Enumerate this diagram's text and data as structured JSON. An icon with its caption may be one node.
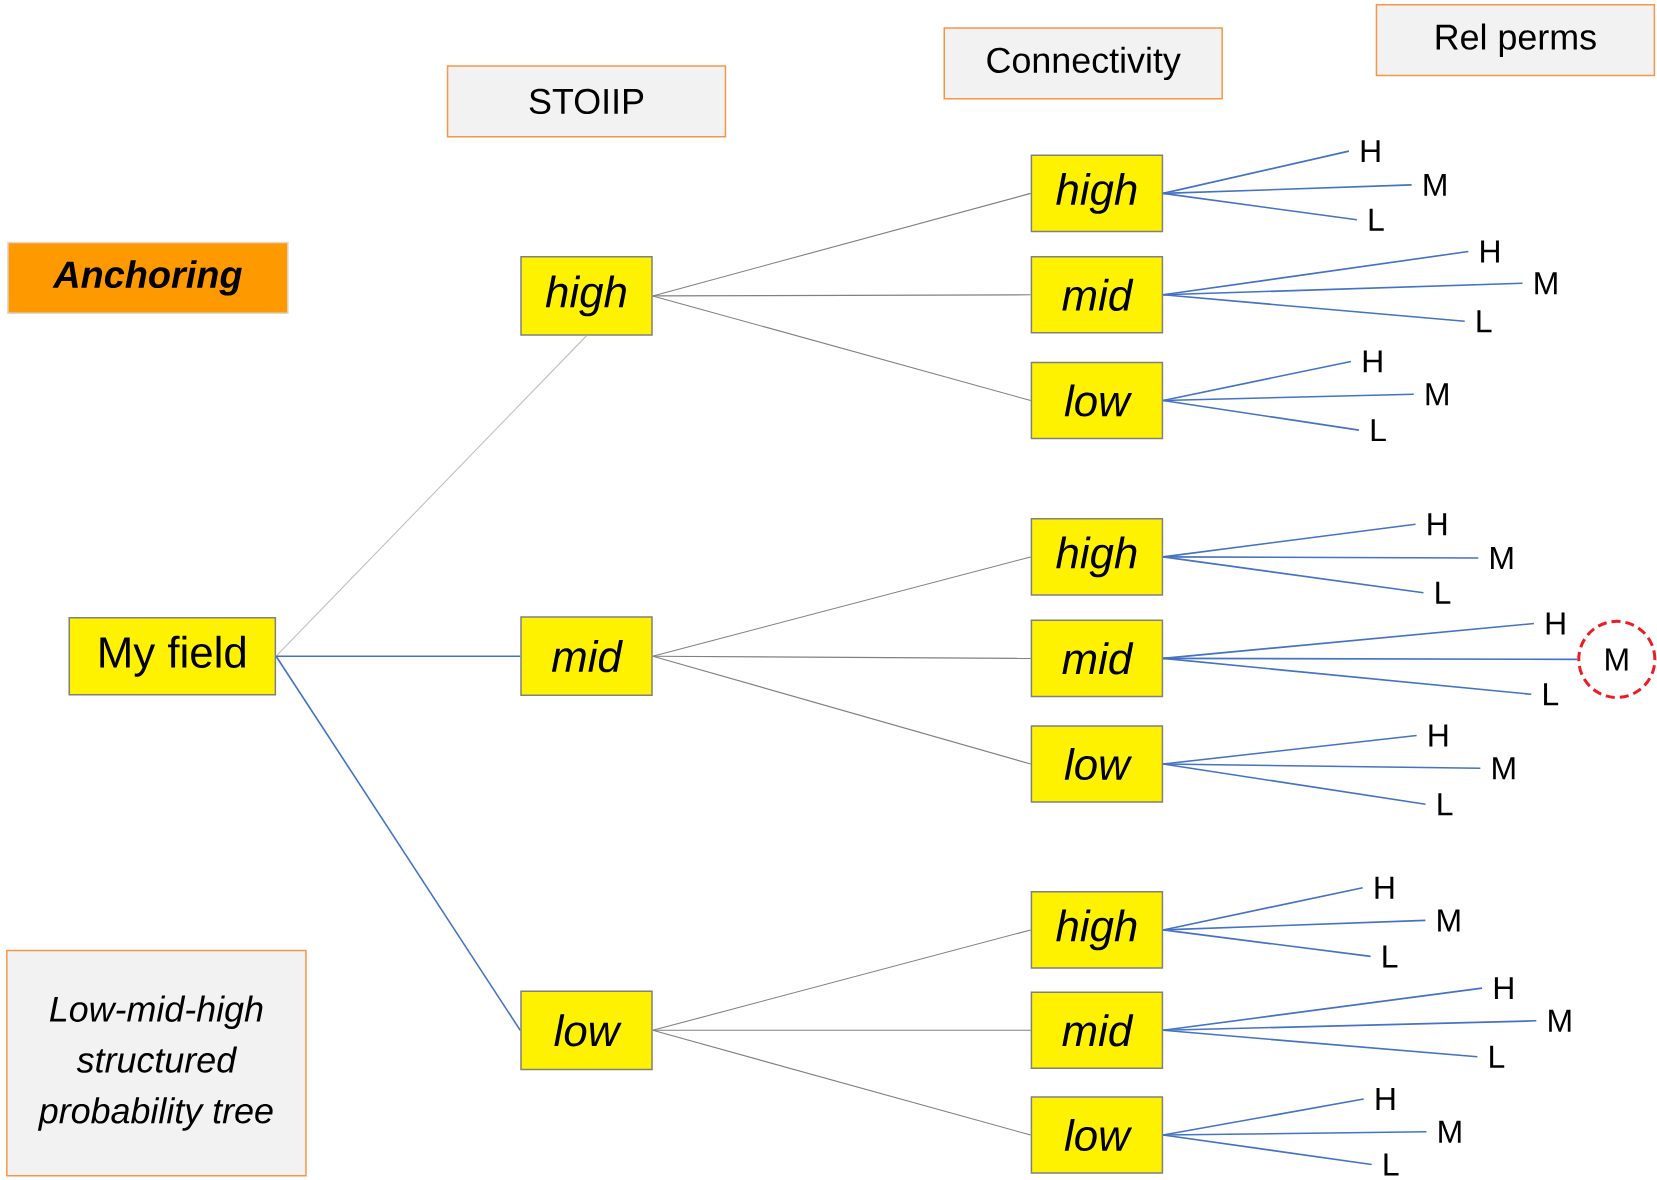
{
  "diagram": {
    "nodes": [
      {
        "text": [
          "STOIIP"
        ]
      },
      {
        "text": [
          "Connectivity"
        ]
      },
      {
        "text": [
          "Rel perms"
        ]
      },
      {
        "text": [
          "Anchoring"
        ]
      },
      {
        "text": [
          "Low-mid-high structured probability tree"
        ]
      },
      {
        "text": [
          "My field"
        ]
      },
      {
        "text": [
          "high"
        ]
      },
      {
        "text": [
          "mid"
        ]
      },
      {
        "text": [
          "low"
        ]
      },
      {
        "text": [
          "high"
        ]
      },
      {
        "text": [
          "mid"
        ]
      },
      {
        "text": [
          "low"
        ]
      },
      {
        "text": [
          "high"
        ]
      },
      {
        "text": [
          "mid"
        ]
      },
      {
        "text": [
          "low"
        ]
      },
      {
        "text": [
          "high"
        ]
      },
      {
        "text": [
          "mid"
        ]
      },
      {
        "text": [
          "low"
        ]
      },
      {
        "text": [
          "H"
        ]
      },
      {
        "text": [
          "M"
        ]
      },
      {
        "text": [
          "L"
        ]
      },
      {
        "text": [
          "H"
        ]
      },
      {
        "text": [
          "M"
        ]
      },
      {
        "text": [
          "L"
        ]
      },
      {
        "text": [
          "H"
        ]
      },
      {
        "text": [
          "M"
        ]
      },
      {
        "text": [
          "L"
        ]
      },
      {
        "text": [
          "H"
        ]
      },
      {
        "text": [
          "M"
        ]
      },
      {
        "text": [
          "L"
        ]
      },
      {
        "text": [
          "H"
        ]
      },
      {
        "text": [],
        "shape": "circle"
      },
      {
        "text": [
          "M"
        ],
        "in": 31
      },
      {
        "text": [
          "L"
        ]
      },
      {
        "text": [
          "H"
        ]
      },
      {
        "text": [
          "M"
        ]
      },
      {
        "text": [
          "L"
        ]
      },
      {
        "text": [
          "H"
        ]
      },
      {
        "text": [
          "M"
        ]
      },
      {
        "text": [
          "L"
        ]
      },
      {
        "text": [
          "H"
        ]
      },
      {
        "text": [
          "M"
        ]
      },
      {
        "text": [
          "L"
        ]
      },
      {
        "text": [
          "H"
        ]
      },
      {
        "text": [
          "M"
        ]
      },
      {
        "text": [
          "L"
        ]
      }
    ],
    "edges": [
      {
        "from": 5,
        "to": 6,
        "arrow": "none",
        "color": "#bfbfbf"
      },
      {
        "from": 5,
        "to": 7,
        "arrow": "none"
      },
      {
        "from": 5,
        "to": 8,
        "arrow": "none"
      },
      {
        "from": 6,
        "to": 9,
        "arrow": "none",
        "color": "#808080"
      },
      {
        "from": 6,
        "to": 10,
        "arrow": "none",
        "color": "#808080"
      },
      {
        "from": 6,
        "to": 11,
        "arrow": "none",
        "color": "#808080"
      },
      {
        "from": 7,
        "to": 12,
        "arrow": "none",
        "color": "#808080"
      },
      {
        "from": 7,
        "to": 13,
        "arrow": "none",
        "color": "#808080"
      },
      {
        "from": 7,
        "to": 14,
        "arrow": "none",
        "color": "#808080"
      },
      {
        "from": 8,
        "to": 15,
        "arrow": "none",
        "color": "#808080"
      },
      {
        "from": 8,
        "to": 16,
        "arrow": "none",
        "color": "#808080"
      },
      {
        "from": 8,
        "to": 17,
        "arrow": "none",
        "color": "#808080"
      },
      {
        "from": 9,
        "to": 18,
        "arrow": "none"
      },
      {
        "from": 9,
        "to": 19,
        "arrow": "none"
      },
      {
        "from": 9,
        "to": 20,
        "arrow": "none"
      },
      {
        "from": 10,
        "to": 21,
        "arrow": "none"
      },
      {
        "from": 10,
        "to": 22,
        "arrow": "none"
      },
      {
        "from": 10,
        "to": 23,
        "arrow": "none"
      },
      {
        "from": 11,
        "to": 24,
        "arrow": "none"
      },
      {
        "from": 11,
        "to": 25,
        "arrow": "none"
      },
      {
        "from": 11,
        "to": 26,
        "arrow": "none"
      },
      {
        "from": 12,
        "to": 27,
        "arrow": "none"
      },
      {
        "from": 12,
        "to": 28,
        "arrow": "none"
      },
      {
        "from": 12,
        "to": 29,
        "arrow": "none"
      },
      {
        "from": 13,
        "to": 30,
        "arrow": "none"
      },
      {
        "from": 13,
        "to": 32,
        "arrow": "none"
      },
      {
        "from": 13,
        "to": 33,
        "arrow": "none"
      },
      {
        "from": 14,
        "to": 34,
        "arrow": "none"
      },
      {
        "from": 14,
        "to": 35,
        "arrow": "none"
      },
      {
        "from": 14,
        "to": 36,
        "arrow": "none"
      },
      {
        "from": 15,
        "to": 37,
        "arrow": "none"
      },
      {
        "from": 15,
        "to": 38,
        "arrow": "none"
      },
      {
        "from": 15,
        "to": 39,
        "arrow": "none"
      },
      {
        "from": 16,
        "to": 40,
        "arrow": "none"
      },
      {
        "from": 16,
        "to": 41,
        "arrow": "none"
      },
      {
        "from": 16,
        "to": 42,
        "arrow": "none"
      },
      {
        "from": 17,
        "to": 43,
        "arrow": "none"
      },
      {
        "from": 17,
        "to": 44,
        "arrow": "none"
      },
      {
        "from": 17,
        "to": 45,
        "arrow": "none"
      }
    ]
  }
}
